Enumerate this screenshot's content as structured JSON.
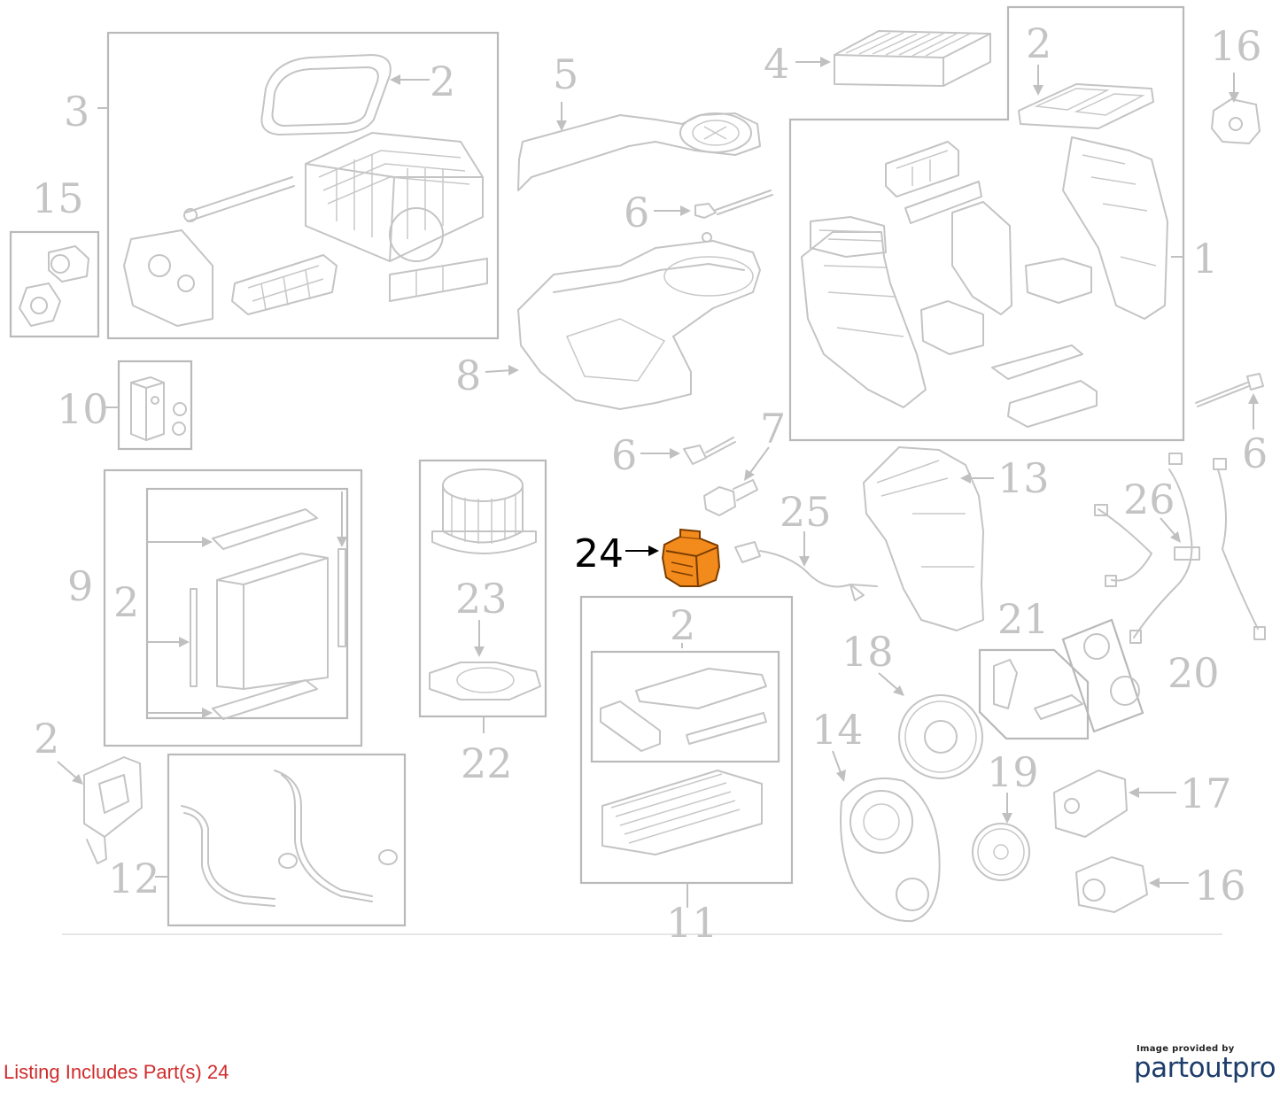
{
  "diagram": {
    "highlight_color": "#f28a1c",
    "callouts": [
      {
        "id": "c-3",
        "label": "3"
      },
      {
        "id": "c-2a",
        "label": "2"
      },
      {
        "id": "c-5",
        "label": "5"
      },
      {
        "id": "c-4",
        "label": "4"
      },
      {
        "id": "c-2b",
        "label": "2"
      },
      {
        "id": "c-16a",
        "label": "16"
      },
      {
        "id": "c-15",
        "label": "15"
      },
      {
        "id": "c-6a",
        "label": "6"
      },
      {
        "id": "c-1",
        "label": "1"
      },
      {
        "id": "c-8",
        "label": "8"
      },
      {
        "id": "c-10",
        "label": "10"
      },
      {
        "id": "c-7",
        "label": "7"
      },
      {
        "id": "c-6b",
        "label": "6"
      },
      {
        "id": "c-6c",
        "label": "6"
      },
      {
        "id": "c-13",
        "label": "13"
      },
      {
        "id": "c-25",
        "label": "25"
      },
      {
        "id": "c-26",
        "label": "26"
      },
      {
        "id": "c-9",
        "label": "9"
      },
      {
        "id": "c-2c",
        "label": "2"
      },
      {
        "id": "c-23",
        "label": "23"
      },
      {
        "id": "c-2d",
        "label": "2"
      },
      {
        "id": "c-21",
        "label": "21"
      },
      {
        "id": "c-18",
        "label": "18"
      },
      {
        "id": "c-20",
        "label": "20"
      },
      {
        "id": "c-22",
        "label": "22"
      },
      {
        "id": "c-2e",
        "label": "2"
      },
      {
        "id": "c-14",
        "label": "14"
      },
      {
        "id": "c-19",
        "label": "19"
      },
      {
        "id": "c-17",
        "label": "17"
      },
      {
        "id": "c-12",
        "label": "12"
      },
      {
        "id": "c-16b",
        "label": "16"
      },
      {
        "id": "c-11",
        "label": "11"
      }
    ],
    "highlighted_part_label": "24"
  },
  "footer": {
    "listing_text": "Listing Includes Part(s) 24",
    "credit_small": "Image provided by",
    "credit_brand": "partoutpro"
  }
}
